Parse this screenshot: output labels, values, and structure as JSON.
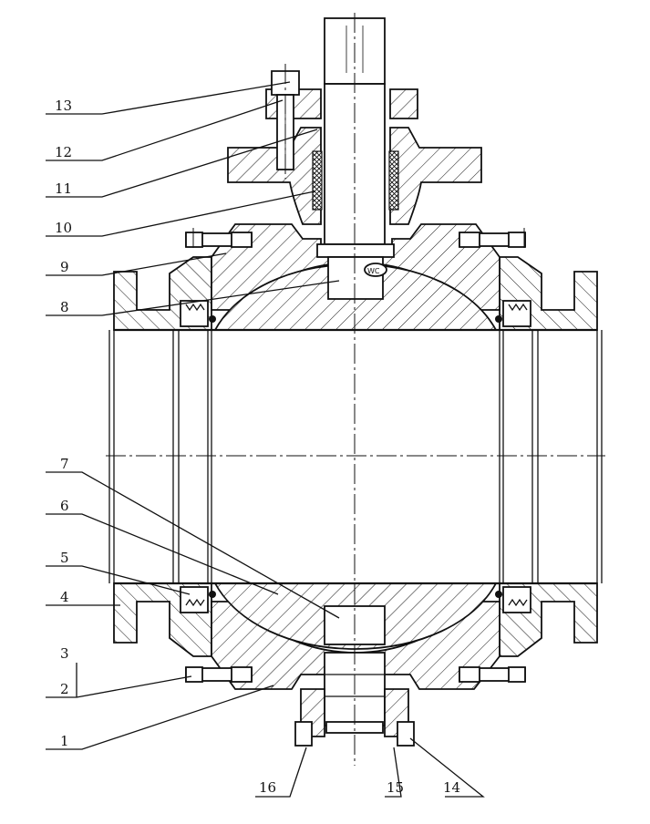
{
  "callouts": [
    {
      "id": "1",
      "label": "1"
    },
    {
      "id": "2",
      "label": "2"
    },
    {
      "id": "3",
      "label": "3"
    },
    {
      "id": "4",
      "label": "4"
    },
    {
      "id": "5",
      "label": "5"
    },
    {
      "id": "6",
      "label": "6"
    },
    {
      "id": "7",
      "label": "7"
    },
    {
      "id": "8",
      "label": "8"
    },
    {
      "id": "9",
      "label": "9"
    },
    {
      "id": "10",
      "label": "10"
    },
    {
      "id": "11",
      "label": "11"
    },
    {
      "id": "12",
      "label": "12"
    },
    {
      "id": "13",
      "label": "13"
    },
    {
      "id": "14",
      "label": "14"
    },
    {
      "id": "15",
      "label": "15"
    },
    {
      "id": "16",
      "label": "16"
    }
  ],
  "stem_mark": "WC",
  "colors": {
    "line": "#111111",
    "background": "#ffffff"
  }
}
